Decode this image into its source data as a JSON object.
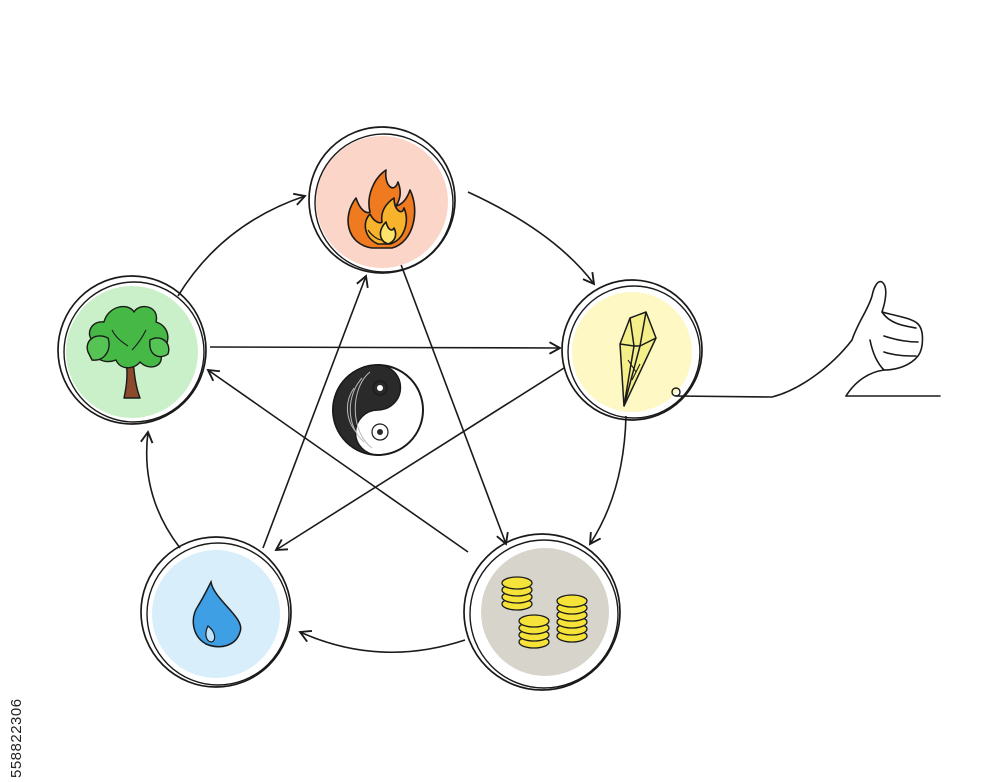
{
  "title": "",
  "elements": [
    {
      "id": "fire",
      "name": "fire-node",
      "fill": "#fbd6c8",
      "icon": "flame-icon"
    },
    {
      "id": "metal",
      "name": "metal-node",
      "fill": "#fdf8c4",
      "icon": "crystal-icon"
    },
    {
      "id": "earth",
      "name": "earth-node",
      "fill": "#d7d5cb",
      "icon": "coins-icon"
    },
    {
      "id": "water",
      "name": "water-node",
      "fill": "#d8eefb",
      "icon": "water-drop-icon"
    },
    {
      "id": "wood",
      "name": "wood-node",
      "fill": "#c9f0c9",
      "icon": "tree-icon"
    }
  ],
  "cycle_arrows": [
    {
      "from": "wood",
      "to": "fire"
    },
    {
      "from": "fire",
      "to": "metal"
    },
    {
      "from": "metal",
      "to": "earth"
    },
    {
      "from": "earth",
      "to": "water"
    },
    {
      "from": "water",
      "to": "wood"
    }
  ],
  "star_arrows": [
    {
      "from": "wood",
      "to": "metal"
    },
    {
      "from": "metal",
      "to": "water"
    },
    {
      "from": "water",
      "to": "fire"
    },
    {
      "from": "fire",
      "to": "earth"
    },
    {
      "from": "earth",
      "to": "wood"
    }
  ],
  "center_icon": "yin-yang-icon",
  "hand_icon": "thumbs-up-hand-icon",
  "stroke_color": "#1a1a1a",
  "stock_id": "558822306"
}
